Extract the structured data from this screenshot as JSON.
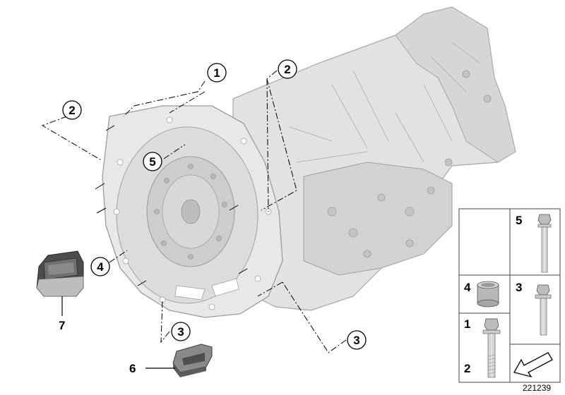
{
  "callouts": {
    "c1": "1",
    "c2a": "2",
    "c2b": "2",
    "c3a": "3",
    "c3b": "3",
    "c4": "4",
    "c5": "5",
    "c6": "6",
    "c7": "7"
  },
  "legend": {
    "n5": "5",
    "n4": "4",
    "n3": "3",
    "n1": "1",
    "n2": "2"
  },
  "diagram_number": "221239",
  "colors": {
    "housing": "#e4e4e4",
    "housing_shade": "#cfcfcf",
    "housing_dark": "#b9b9b9",
    "outline": "#9a9a9a",
    "leader": "#000000"
  }
}
